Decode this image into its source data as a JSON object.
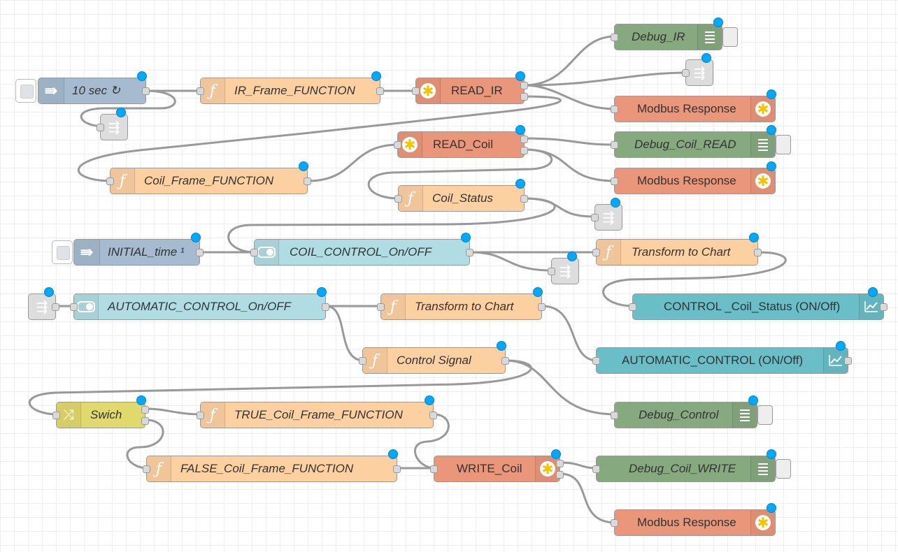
{
  "nodes": {
    "n10sec": {
      "label": "10 sec ↻",
      "color": "#a6bbcf"
    },
    "irfunc": {
      "label": "IR_Frame_FUNCTION",
      "color": "#fdd0a2"
    },
    "readir": {
      "label": "READ_IR",
      "color": "#e9967a"
    },
    "debugir": {
      "label": "Debug_IR",
      "color": "#87a980"
    },
    "modbus1": {
      "label": "Modbus Response",
      "color": "#e9967a"
    },
    "readcoil": {
      "label": "READ_Coil",
      "color": "#e9967a"
    },
    "debugcoilread": {
      "label": "Debug_Coil_READ",
      "color": "#87a980"
    },
    "coilfunc": {
      "label": "Coil_Frame_FUNCTION",
      "color": "#fdd0a2"
    },
    "modbus2": {
      "label": "Modbus Response",
      "color": "#e9967a"
    },
    "coilstatus": {
      "label": "Coil_Status",
      "color": "#fdd0a2"
    },
    "initial": {
      "label": "INITIAL_time ¹",
      "color": "#a6bbcf"
    },
    "coilcontrol": {
      "label": "COIL_CONTROL_On/OFF",
      "color": "#b0dde3"
    },
    "transform1": {
      "label": "Transform to Chart",
      "color": "#fdd0a2"
    },
    "controlchart": {
      "label": "CONTROL _Coil_Status (ON/Off)",
      "color": "#69bec8"
    },
    "autocontrol": {
      "label": "AUTOMATIC_CONTROL_On/OFF",
      "color": "#b0dde3"
    },
    "transform2": {
      "label": "Transform to Chart",
      "color": "#fdd0a2"
    },
    "autochart": {
      "label": "AUTOMATIC_CONTROL (ON/Off)",
      "color": "#69bec8"
    },
    "controlsignal": {
      "label": "Control Signal",
      "color": "#fdd0a2"
    },
    "debugcontrol": {
      "label": "Debug_Control",
      "color": "#87a980"
    },
    "swich": {
      "label": "Swich",
      "color": "#e2d96e"
    },
    "truefunc": {
      "label": "TRUE_Coil_Frame_FUNCTION",
      "color": "#fdd0a2"
    },
    "falsefunc": {
      "label": "FALSE_Coil_Frame_FUNCTION",
      "color": "#fdd0a2"
    },
    "writecoil": {
      "label": "WRITE_Coil",
      "color": "#e9967a"
    },
    "debugcoilwrite": {
      "label": "Debug_Coil_WRITE",
      "color": "#87a980"
    },
    "modbus3": {
      "label": "Modbus Response",
      "color": "#e9967a"
    }
  },
  "colors": {
    "wire": "#999999",
    "changed_indicator": "#00a8ff",
    "link_node": "#dddddd"
  },
  "icons": {
    "inject": "inject-arrow-icon",
    "function": "function-icon",
    "modbus": "modbus-gear-icon",
    "debug": "debug-list-icon",
    "switch": "switch-branch-icon",
    "toggle": "toggle-switch-icon",
    "chart": "chart-line-icon",
    "link": "link-out-icon"
  }
}
